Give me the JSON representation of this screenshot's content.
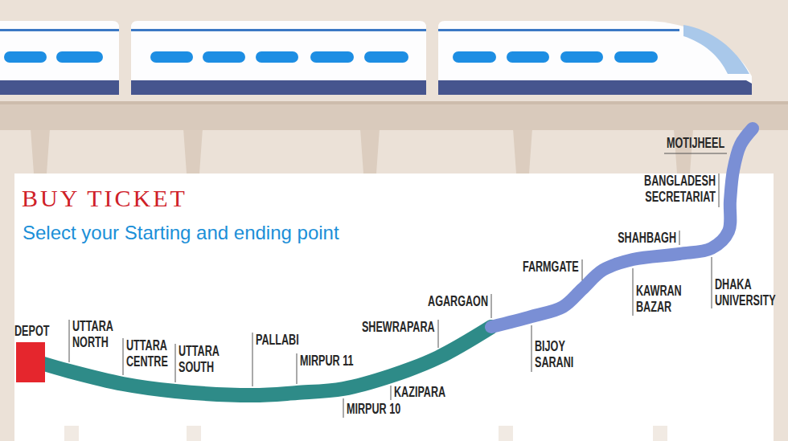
{
  "diagram": {
    "title": "BUY TICKET",
    "nodes": [
      {
        "text": [
          "DEPOT"
        ]
      }
    ],
    "labels": [
      "Select your Starting and ending point",
      "UTTARA NORTH",
      "UTTARA CENTRE",
      "UTTARA SOUTH",
      "PALLABI",
      "MIRPUR 11",
      "MIRPUR 10",
      "KAZIPARA",
      "SHEWRAPARA",
      "AGARGAON",
      "BIJOY SARANI",
      "FARMGATE",
      "KAWRAN BAZAR",
      "SHAHBAGH",
      "DHAKA UNIVERSITY",
      "BANGLADESH SECRETARIAT",
      "MOTIJHEEL"
    ]
  }
}
